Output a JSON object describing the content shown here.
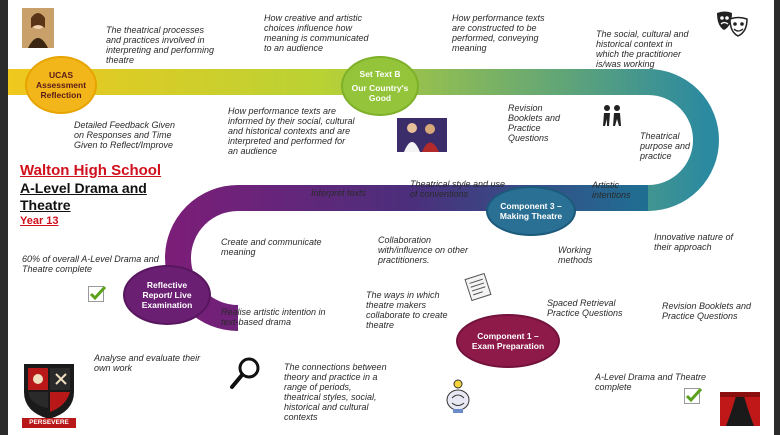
{
  "title": {
    "school": "Walton High School",
    "course_line1": "A-Level Drama and",
    "course_line2": "Theatre",
    "year": "Year 13"
  },
  "nodes": {
    "ucas": "UCAS Assessment Reflection",
    "set_text_title": "Set Text B",
    "set_text_sub": "Our Country's Good",
    "component3": "Component 3 – Making Theatre",
    "reflective": "Reflective Report/ Live Examination",
    "component1": "Component 1 – Exam Preparation"
  },
  "notes": {
    "theatrical_processes": "The theatrical processes and practices involved in interpreting and performing theatre",
    "creative_choices": "How creative and artistic choices influence how meaning is communicated to an audience",
    "performance_texts_constructed": "How performance texts are constructed to be performed, conveying meaning",
    "social_cultural_context": "The social, cultural and historical context in which the practitioner is/was working",
    "detailed_feedback": "Detailed Feedback Given on Responses and Time Given to Reflect/Improve",
    "informed_by": "How performance texts are informed by their social, cultural and historical contexts and are interpreted and performed for an audience",
    "revision_booklets_top": "Revision Booklets and Practice Questions",
    "theatrical_purpose": "Theatrical purpose and practice",
    "interpret_texts": "Interpret texts",
    "theatrical_style": "Theatrical style and use of conventions",
    "artistic_intentions": "Artistic intentions",
    "create_communicate": "Create and communicate meaning",
    "collaboration": "Collaboration with/influence on other practitioners.",
    "innovative_nature": "Innovative nature of their approach",
    "sixty_percent": "60% of overall A-Level Drama and Theatre complete",
    "working_methods": "Working methods",
    "ways_theatre_makers": "The ways in which theatre makers collaborate to create theatre",
    "spaced_retrieval": "Spaced Retrieval Practice Questions",
    "revision_booklets_bottom": "Revision Booklets and Practice Questions",
    "realise_artistic": "Realise artistic intention in text-based drama",
    "analyse_evaluate": "Analyse and evaluate their own work",
    "connections": "The connections between theory and practice in a range of periods, theatrical styles, social, historical and cultural contexts",
    "complete_final": "A-Level Drama and Theatre complete"
  },
  "badge": {
    "motto": "PERSEVERE"
  },
  "colors": {
    "road_yellow": "#f0c81e",
    "road_green": "#9ccc3c",
    "road_teal": "#1f7f8a",
    "road_purple": "#5c2a7a",
    "road_magenta": "#8e1e6a",
    "node_ucas": "#f2b61a",
    "node_set_text": "#93c43a",
    "node_component3": "#2a6f94",
    "node_reflective": "#6b1f73",
    "node_component1": "#8e1a4a",
    "school_red": "#d0101c"
  },
  "icons": [
    "masks-icon",
    "portrait-icon",
    "performers-photo-icon",
    "people-icon",
    "checkmark-icon",
    "magnifier-icon",
    "worksheet-icon",
    "brain-bulb-icon",
    "curtain-icon",
    "school-crest-icon"
  ]
}
